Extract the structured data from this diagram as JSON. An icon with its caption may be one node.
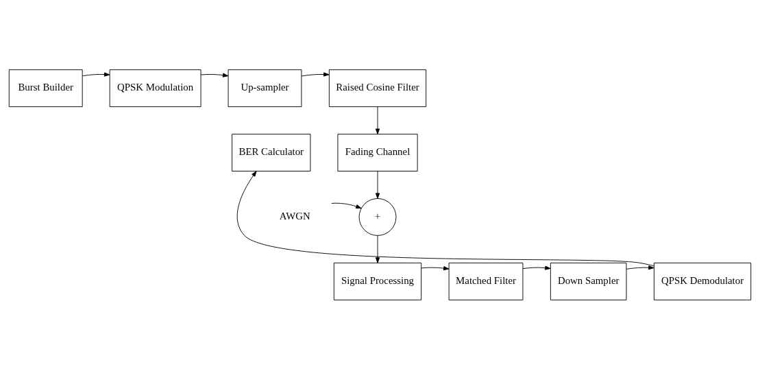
{
  "diagram": {
    "nodes": [
      {
        "text": [
          "Burst Builder"
        ]
      },
      {
        "text": [
          "QPSK Modulation"
        ]
      },
      {
        "text": [
          "Up-sampler"
        ]
      },
      {
        "text": [
          "Raised Cosine Filter"
        ]
      },
      {
        "text": [
          "Fading Channel"
        ]
      },
      {
        "text": [
          "+"
        ]
      },
      {
        "text": [
          "AWGN"
        ]
      },
      {
        "text": [
          "Signal Processing"
        ]
      },
      {
        "text": [
          "Matched Filter"
        ]
      },
      {
        "text": [
          "Down Sampler"
        ]
      },
      {
        "text": [
          "QPSK Demodulator"
        ]
      },
      {
        "text": [
          "BER Calculator"
        ]
      }
    ],
    "edges": [
      {
        "from": 0,
        "to": 1,
        "arrow": "to"
      },
      {
        "from": 1,
        "to": 2,
        "arrow": "to"
      },
      {
        "from": 2,
        "to": 3,
        "arrow": "to"
      },
      {
        "from": 3,
        "to": 4,
        "arrow": "to"
      },
      {
        "from": 4,
        "to": 5,
        "arrow": "to"
      },
      {
        "from": 6,
        "to": 5,
        "arrow": "to"
      },
      {
        "from": 5,
        "to": 7,
        "arrow": "to"
      },
      {
        "from": 7,
        "to": 8,
        "arrow": "to"
      },
      {
        "from": 8,
        "to": 9,
        "arrow": "to"
      },
      {
        "from": 9,
        "to": 10,
        "arrow": "to"
      },
      {
        "from": 10,
        "to": 11,
        "arrow": "to"
      }
    ]
  }
}
